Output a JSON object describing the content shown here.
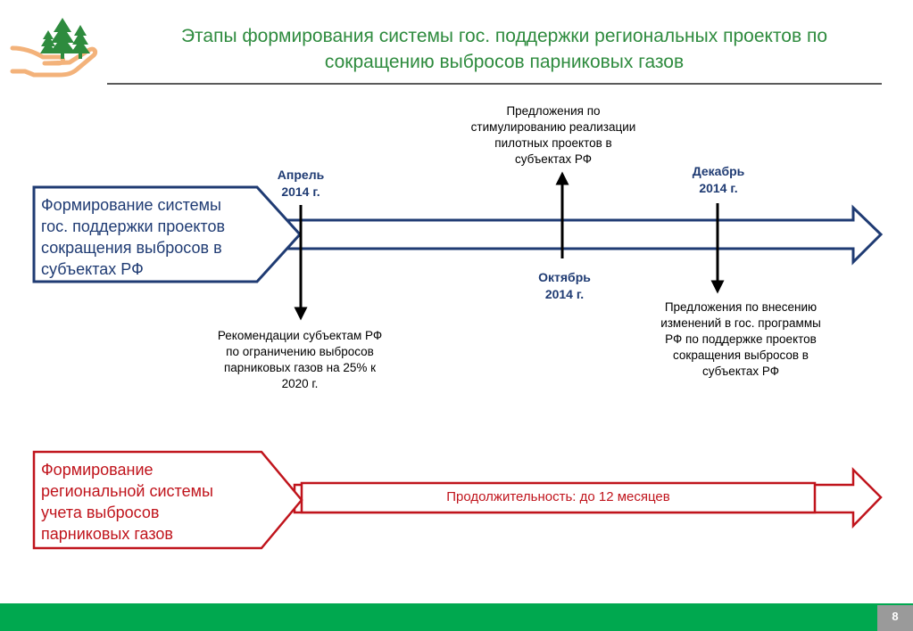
{
  "header": {
    "title_line1": "Этапы формирования системы гос. поддержки региональных проектов по",
    "title_line2": "сокращению выбросов парниковых газов",
    "logo_icon": "hand-with-trees-icon"
  },
  "diagram": {
    "track1": {
      "label_lines": [
        "Формирование системы",
        "гос. поддержки проектов",
        "сокращения выбросов в",
        "субъектах РФ"
      ],
      "color": "#1f3b73"
    },
    "milestones": [
      {
        "date_lines": [
          "Апрель",
          "2014 г."
        ],
        "text_lines": [
          "Рекомендации субъектам РФ",
          "по ограничению выбросов",
          "парниковых газов на 25% к",
          "2020 г."
        ]
      },
      {
        "date_lines": [
          "Октябрь",
          "2014 г."
        ],
        "text_lines": [
          "Предложения по",
          "стимулированию реализации",
          "пилотных проектов в",
          "субъектах РФ"
        ]
      },
      {
        "date_lines": [
          "Декабрь",
          "2014 г."
        ],
        "text_lines": [
          "Предложения по внесению",
          "изменений в гос. программы",
          "РФ по поддержке проектов",
          "сокращения выбросов в",
          "субъектах РФ"
        ]
      }
    ],
    "track2": {
      "label_lines": [
        "Формирование",
        "региональной системы",
        "учета выбросов",
        "парниковых газов"
      ],
      "duration_label": "Продолжительность: до 12 месяцев",
      "color": "#c0141c"
    }
  },
  "footer": {
    "page_number": "8",
    "bar_color": "#00a84f"
  }
}
